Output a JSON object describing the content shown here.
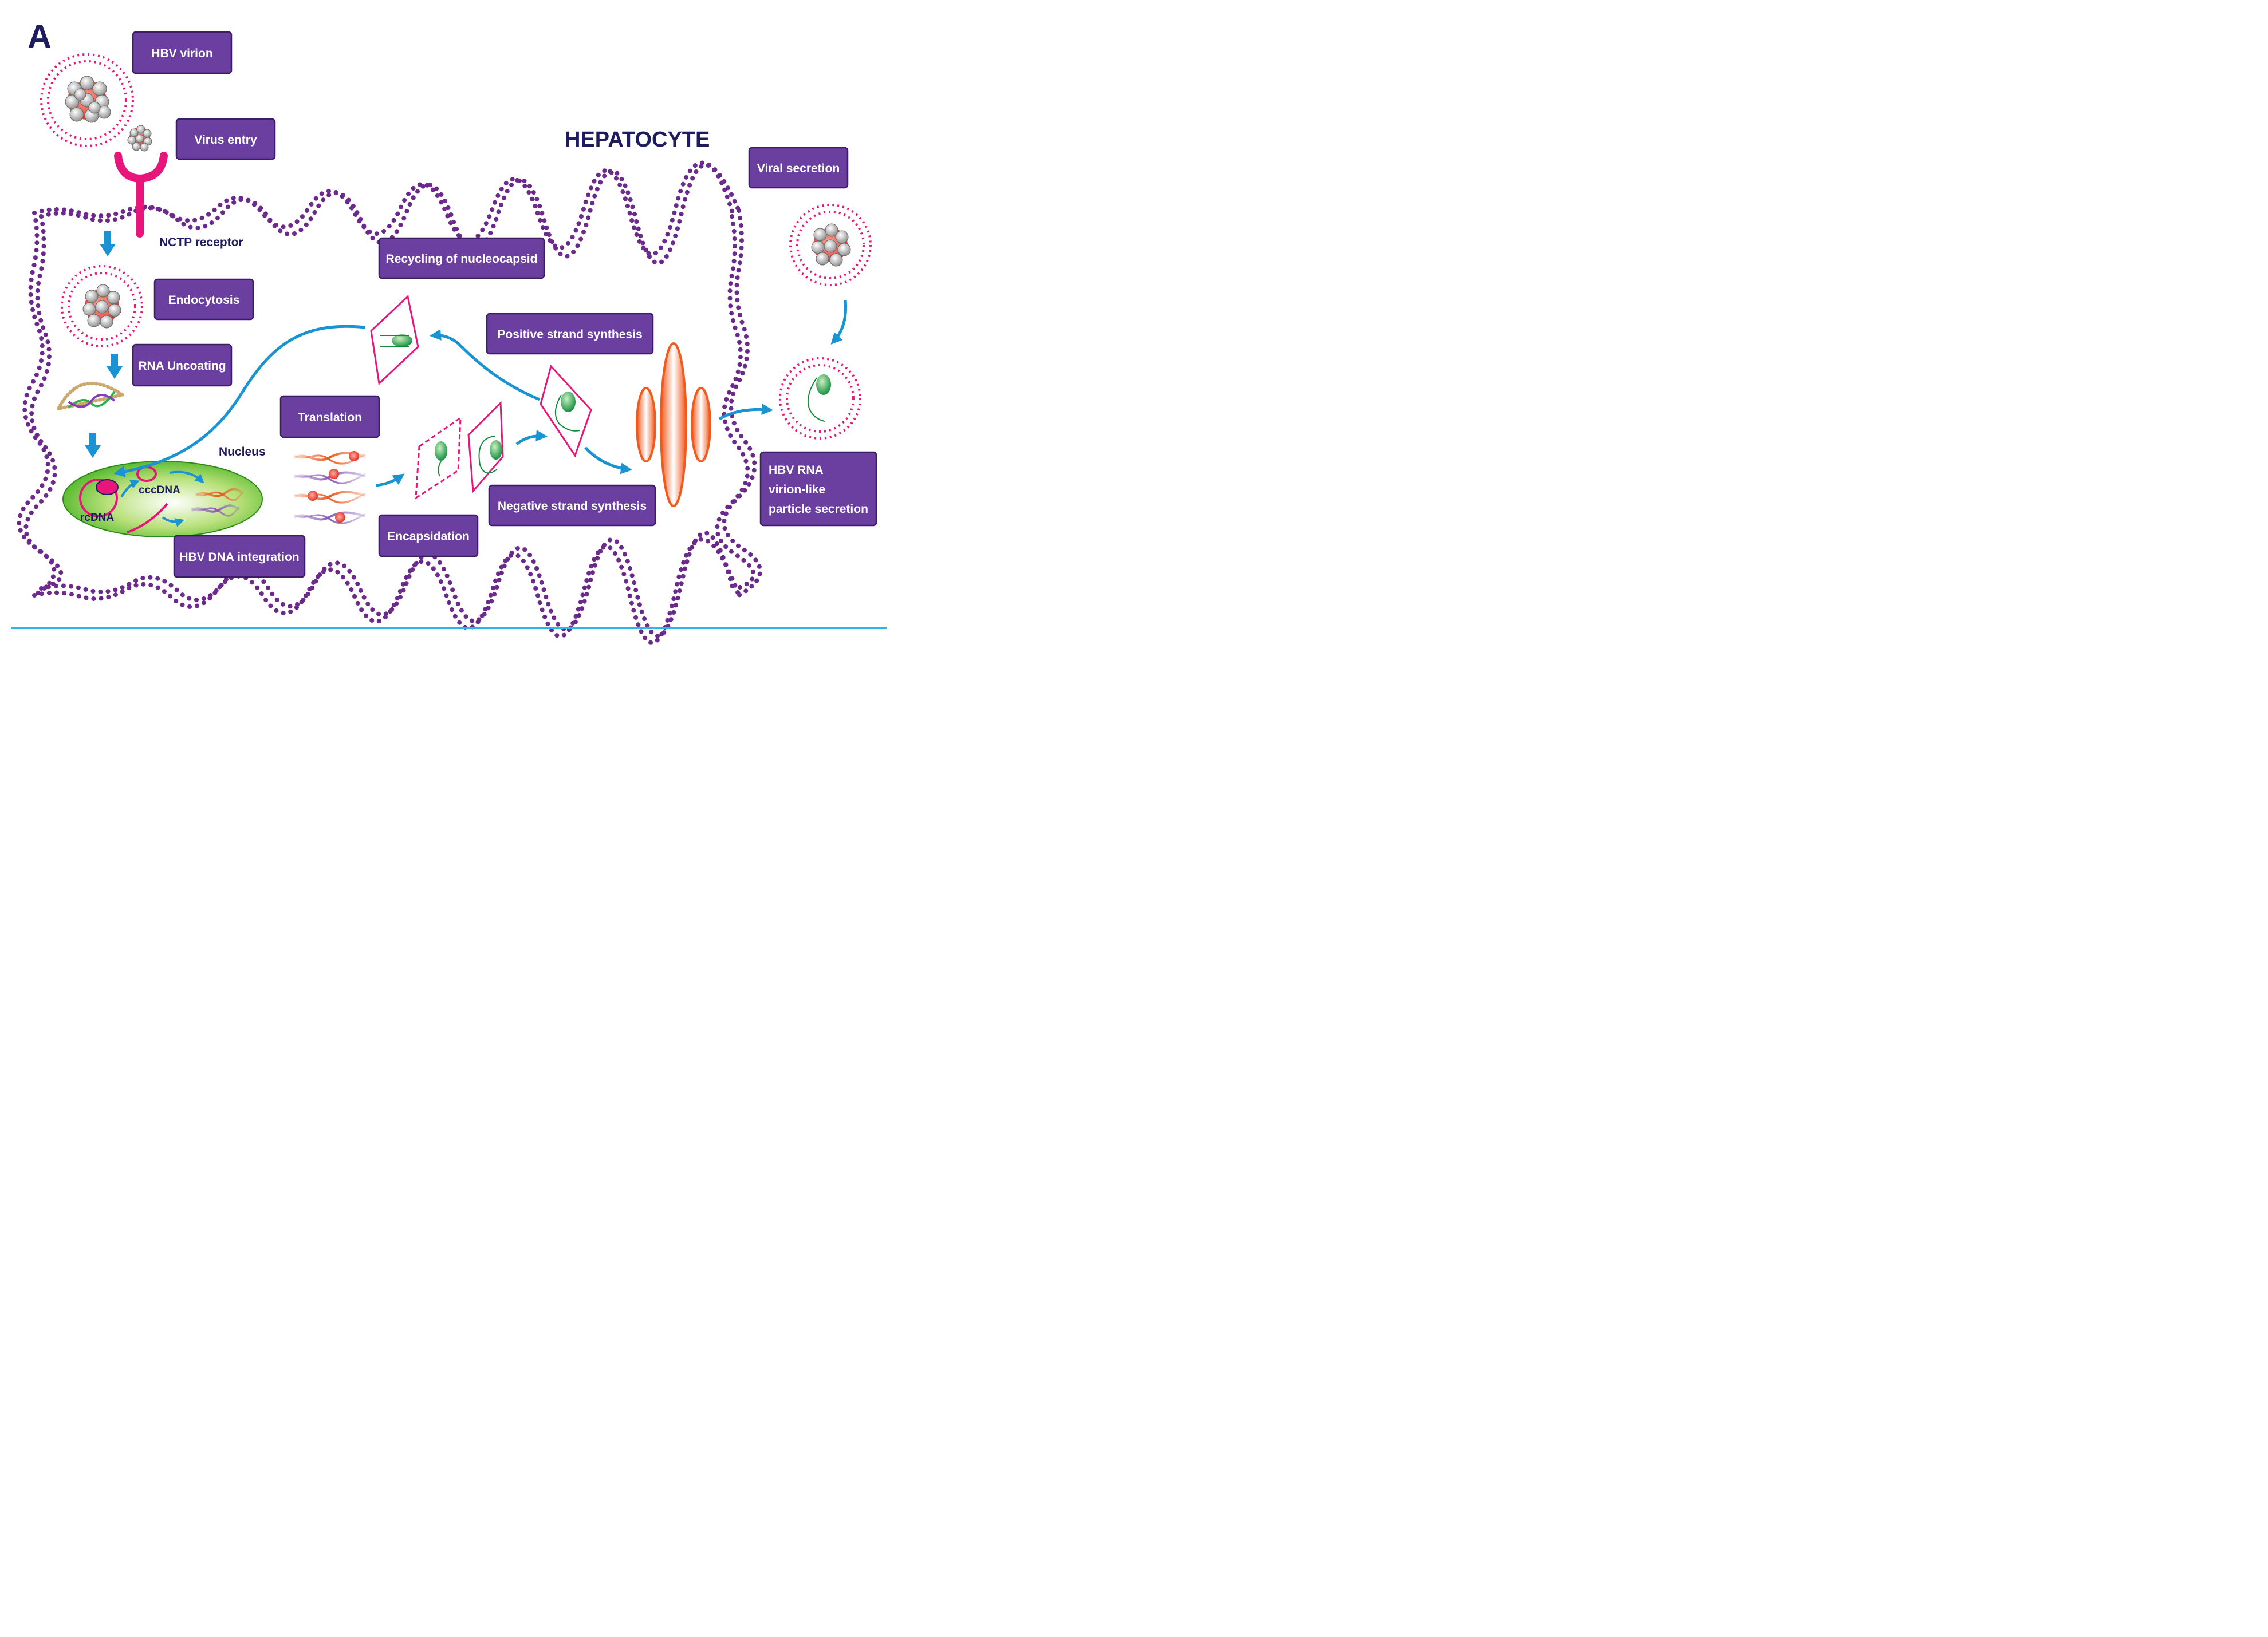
{
  "panel_letter": "A",
  "cell_title": "HEPATOCYTE",
  "labels": {
    "hbv_virion": "HBV virion",
    "virus_entry": "Virus entry",
    "viral_secretion": "Viral secretion",
    "recycling": "Recycling of nucleocapsid",
    "endocytosis": "Endocytosis",
    "positive_strand": "Positive strand synthesis",
    "rna_uncoating": "RNA Uncoating",
    "translation": "Translation",
    "negative_strand": "Negative strand synthesis",
    "encapsidation": "Encapsidation",
    "hbv_dna_integration": "HBV DNA integration",
    "hbv_rna_secretion": [
      "HBV RNA",
      "virion-like",
      "particle secretion"
    ]
  },
  "annotations": {
    "nctp_receptor": "NCTP receptor",
    "nucleus": "Nucleus",
    "cccdna": "cccDNA",
    "rcdna": "rcDNA"
  },
  "colors": {
    "box_fill": "#6a3fa0",
    "box_border": "#3b1f66",
    "navy_text": "#1e1b5e",
    "arrow_blue": "#1a93d3",
    "receptor_magenta": "#e8157a",
    "membrane_purple": "#6b2a8c",
    "nucleus_green": "#5cbf2a",
    "organelle_orange": "#f05a1e",
    "bottom_rule": "#29b6e8"
  }
}
